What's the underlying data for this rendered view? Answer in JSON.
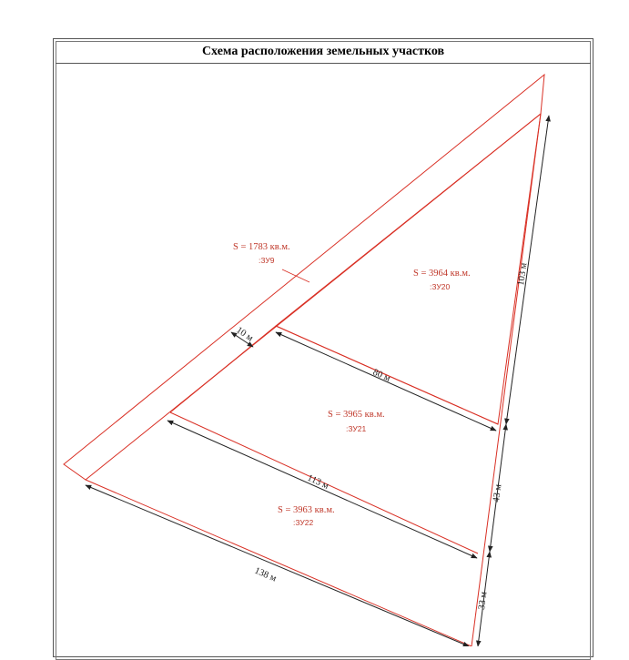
{
  "title": "Схема расположения земельных участков",
  "parcels": [
    {
      "id": "zu9",
      "area": "S = 1783 кв.м.",
      "code": ":ЗУ9"
    },
    {
      "id": "zu20",
      "area": "S = 3964 кв.м.",
      "code": ":ЗУ20"
    },
    {
      "id": "zu21",
      "area": "S = 3965 кв.м.",
      "code": ":ЗУ21"
    },
    {
      "id": "zu22",
      "area": "S = 3963 кв.м.",
      "code": ":ЗУ22"
    }
  ],
  "dimensions": {
    "strip_width": "10 м",
    "upper_width": "80 м",
    "middle_width": "113 м",
    "base_width": "138 м",
    "right_upper": "103 м",
    "right_middle": "43 м",
    "right_lower": "33 м"
  },
  "colors": {
    "boundary": "#d93025",
    "dimension_line": "#222222",
    "label": "#c0392b"
  }
}
